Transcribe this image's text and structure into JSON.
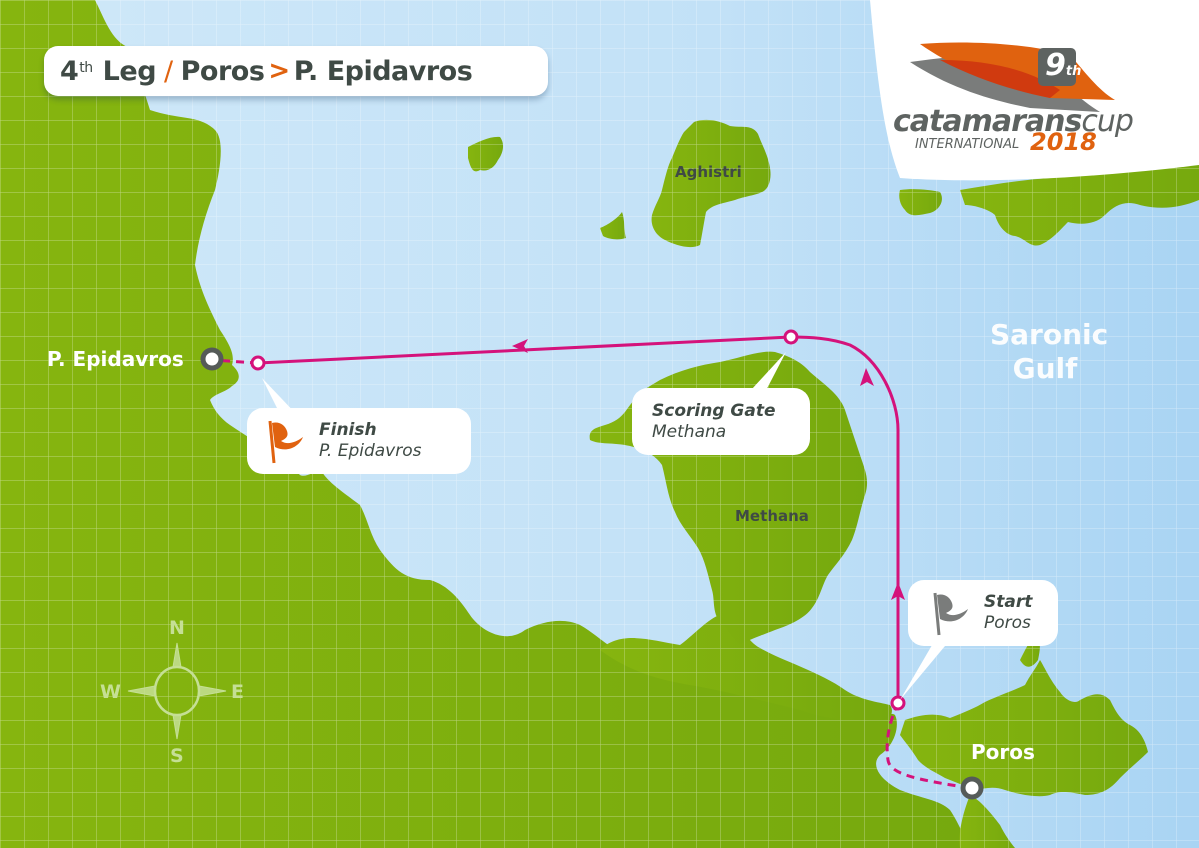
{
  "title": {
    "leg_number": "4",
    "leg_suffix": "th",
    "leg_word": "Leg",
    "separator": "/",
    "from": "Poros",
    "arrow": ">",
    "to": "P. Epidavros"
  },
  "logo": {
    "edition": "9",
    "edition_suffix": "th",
    "brand_main": "catamarans",
    "brand_cup": "cup",
    "brand_sub": "INTERNATIONAL",
    "year": "2018"
  },
  "places": {
    "epidavros": "P. Epidavros",
    "aghistri": "Aghistri",
    "methana": "Methana",
    "poros": "Poros",
    "gulf_line1": "Saronic",
    "gulf_line2": "Gulf"
  },
  "callouts": {
    "finish": {
      "title": "Finish",
      "place": "P. Epidavros",
      "icon": "flag-icon"
    },
    "scoring_gate": {
      "title": "Scoring Gate",
      "place": "Methana"
    },
    "start": {
      "title": "Start",
      "place": "Poros",
      "icon": "flag-icon"
    }
  },
  "compass": {
    "n": "N",
    "e": "E",
    "s": "S",
    "w": "W"
  },
  "colors": {
    "sea": "#c5e3f7",
    "land": "#80b00f",
    "route": "#d4127b",
    "accent": "#e0620f",
    "text_dark": "#3f4a45",
    "marker": "#555b58"
  }
}
